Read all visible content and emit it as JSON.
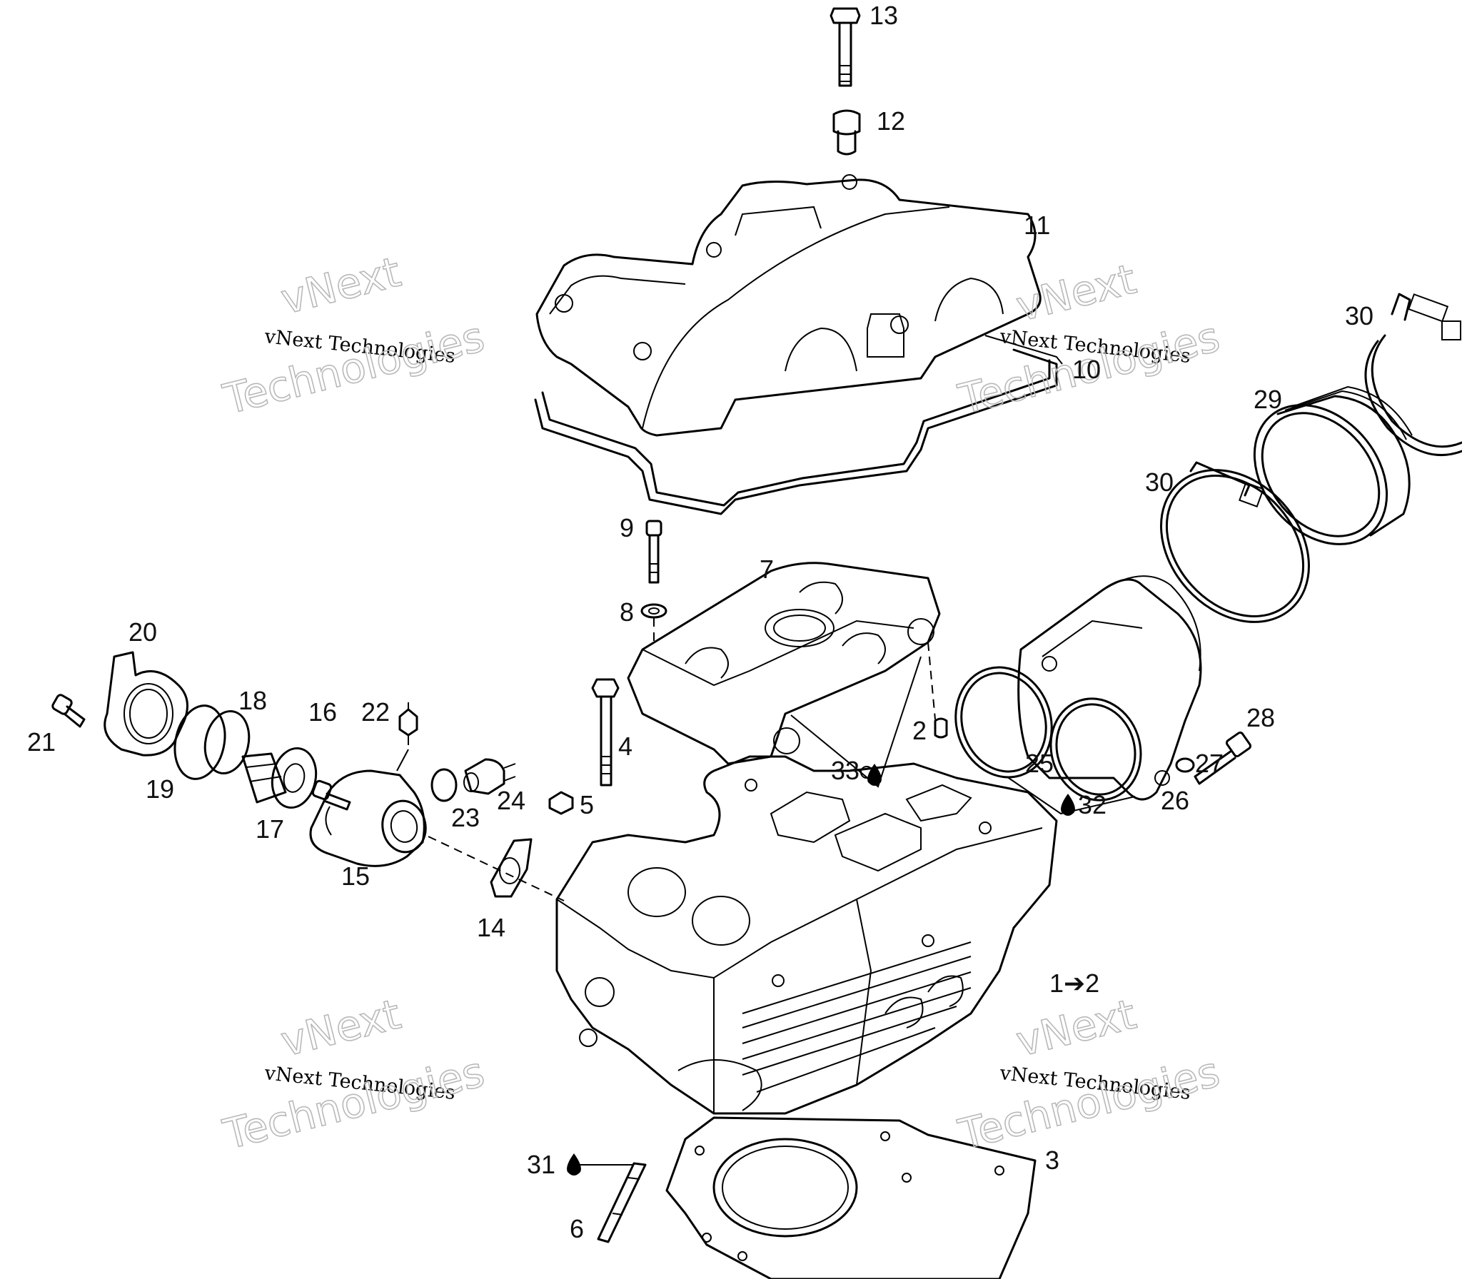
{
  "callouts": {
    "c13": "13",
    "c12": "12",
    "c11": "11",
    "c10": "10",
    "c30a": "30",
    "c29": "29",
    "c30b": "30",
    "c9": "9",
    "c7": "7",
    "c8": "8",
    "c20": "20",
    "c18": "18",
    "c16": "16",
    "c22": "22",
    "c21": "21",
    "c19": "19",
    "c17": "17",
    "c4": "4",
    "c33": "33",
    "c2": "2",
    "c25": "25",
    "c28": "28",
    "c27": "27",
    "c26": "26",
    "c32": "32",
    "c23": "23",
    "c24": "24",
    "c5": "5",
    "c15": "15",
    "c14": "14",
    "c1to2": "1➔2",
    "c31": "31",
    "c3": "3",
    "c6": "6"
  },
  "watermarks": [
    {
      "name": "vNext",
      "line1": "vNext Technologies",
      "line2": "Technologies"
    },
    {
      "name": "vNext",
      "line1": "vNext Technologies",
      "line2": "Technologies"
    },
    {
      "name": "vNext",
      "line1": "vNext Technologies",
      "line2": "Technologies"
    },
    {
      "name": "vNext",
      "line1": "vNext Technologies",
      "line2": "Technologies"
    }
  ],
  "icons": {
    "sealant_drop": "drop-icon"
  }
}
